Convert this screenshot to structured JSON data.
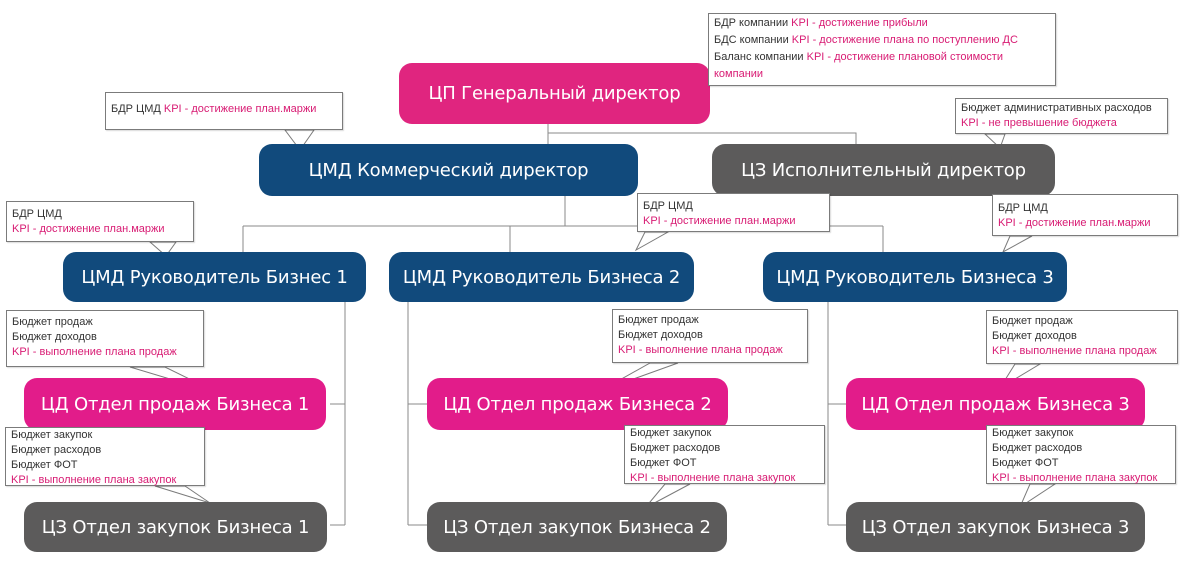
{
  "nodes": {
    "ceo": "ЦП Генеральный директор",
    "commercial": "ЦМД Коммерческий директор",
    "executive": "ЦЗ Исполнительный директор",
    "biz1_head": "ЦМД Руководитель Бизнес 1",
    "biz2_head": "ЦМД Руководитель Бизнеса 2",
    "biz3_head": "ЦМД Руководитель Бизнеса 3",
    "sales1": "ЦД Отдел продаж Бизнеса 1",
    "sales2": "ЦД Отдел продаж Бизнеса 2",
    "sales3": "ЦД Отдел продаж Бизнеса 3",
    "purch1": "ЦЗ Отдел закупок Бизнеса 1",
    "purch2": "ЦЗ Отдел закупок Бизнеса 2",
    "purch3": "ЦЗ Отдел закупок Бизнеса 3"
  },
  "callouts": {
    "ceo": {
      "l1a": "БДР компании ",
      "l1b": "KPI - ",
      "l1c": "достижение прибыли",
      "l2a": "БДС компании ",
      "l2b": "KPI - ",
      "l2c": "достижение плана по поступлению ДС",
      "l3a": "Баланс компании ",
      "l3b": "KPI - ",
      "l3c": "достижение плановой стоимости",
      "l4": "компании"
    },
    "commercial": {
      "a": "БДР ЦМД ",
      "b": "KPI - ",
      "c": "достижение план.маржи"
    },
    "executive": {
      "l1": "Бюджет административных расходов",
      "l2": "KPI -  не превышение бюджета"
    },
    "biz1": {
      "l1": "БДР ЦМД",
      "l2a": "KPI - ",
      "l2b": "достижение план.маржи"
    },
    "biz2": {
      "l1": "БДР ЦМД",
      "l2a": "KPI - ",
      "l2b": "достижение план.маржи"
    },
    "biz3": {
      "l1": "БДР ЦМД",
      "l2a": "KPI - ",
      "l2b": "достижение план.маржи"
    },
    "sales1": {
      "l1": "Бюджет продаж",
      "l2": "Бюджет доходов",
      "l3": "KPI -  выполнение плана продаж"
    },
    "sales2": {
      "l1": "Бюджет продаж",
      "l2": "Бюджет доходов",
      "l3": "KPI -  выполнение плана продаж"
    },
    "sales3": {
      "l1": "Бюджет продаж",
      "l2": "Бюджет доходов",
      "l3": "KPI -  выполнение плана продаж"
    },
    "purch1": {
      "l1": "Бюджет закупок",
      "l2": "Бюджет расходов",
      "l3": "Бюджет ФОТ",
      "l4": "KPI -  выполнение плана закупок"
    },
    "purch2": {
      "l1": "Бюджет закупок",
      "l2": "Бюджет расходов",
      "l3": "Бюджет ФОТ",
      "l4": "KPI -  выполнение плана закупок"
    },
    "purch3": {
      "l1": "Бюджет закупок",
      "l2": "Бюджет расходов",
      "l3": "Бюджет ФОТ",
      "l4": "KPI -  выполнение плана закупок"
    }
  },
  "colors": {
    "profit_center": "#e0257f",
    "income_center": "#e21c8a",
    "margin_center": "#114a7c",
    "cost_center": "#5c5b5b",
    "kpi_text": "#d81b73"
  }
}
